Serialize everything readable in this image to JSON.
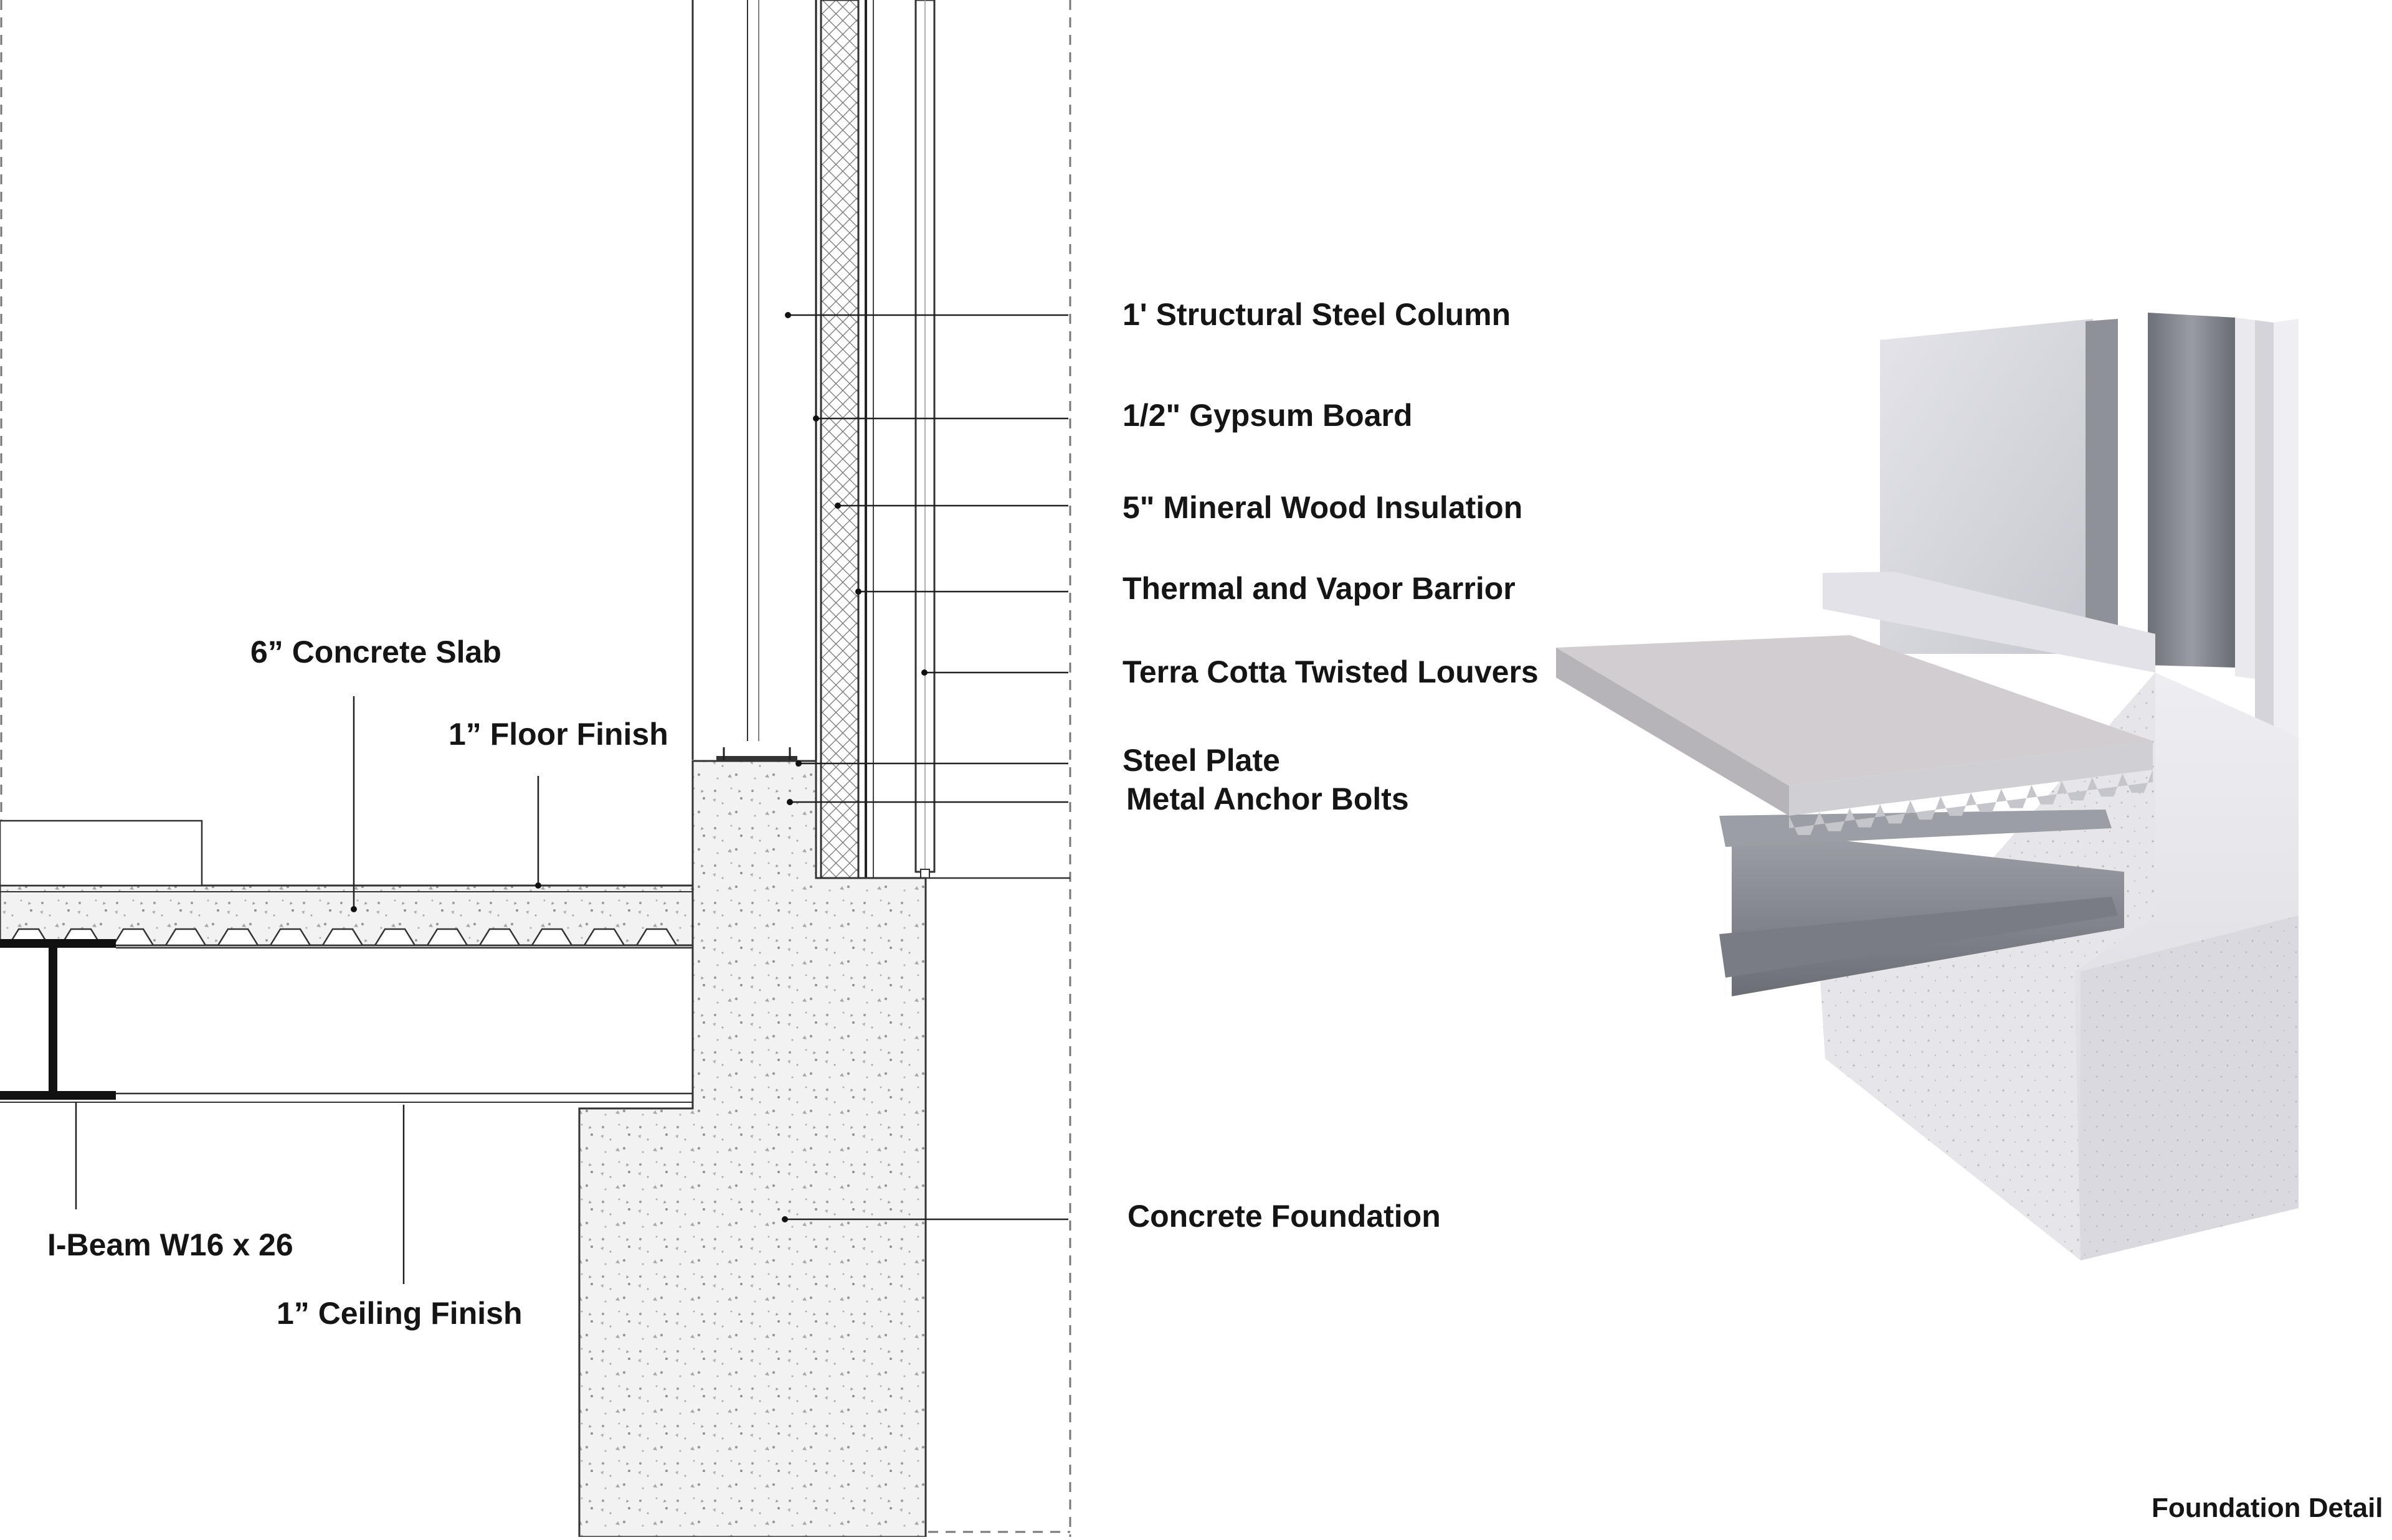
{
  "diagram": {
    "caption": "Foundation Detail",
    "right_labels": [
      "1' Structural Steel Column",
      "1/2\" Gypsum Board",
      "5\" Mineral Wood Insulation",
      "Thermal and Vapor Barrior",
      "Terra Cotta Twisted Louvers",
      "Steel Plate",
      "Metal Anchor Bolts",
      "Concrete Foundation"
    ],
    "left_labels": {
      "slab": "6” Concrete Slab",
      "floor_finish": "1” Floor Finish",
      "ibeam": "I-Beam W16 x 26",
      "ceiling_finish": "1” Ceiling Finish"
    }
  },
  "colors": {
    "line": "#2a2a2a",
    "concrete_fill": "#f1f1f1",
    "render_light": "#e6e6ec",
    "render_mid": "#c9c9d1",
    "render_dark": "#8a8c94"
  }
}
